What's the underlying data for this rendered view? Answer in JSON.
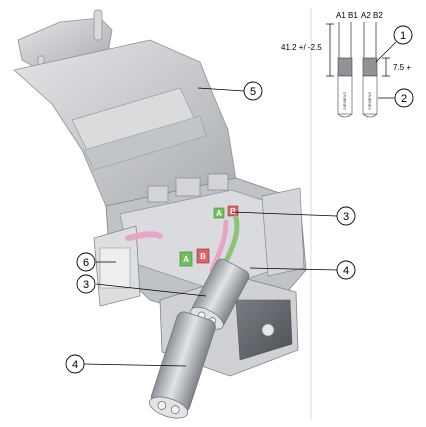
{
  "callouts": {
    "c1": "1",
    "c2": "2",
    "c3a": "3",
    "c3b": "3",
    "c4a": "4",
    "c4b": "4",
    "c5": "5",
    "c6": "6"
  },
  "wire_labels": {
    "a1": "A1",
    "b1": "B1",
    "a2": "A2",
    "b2": "B2"
  },
  "dimensions": {
    "length": "41.2 +/ -2.5",
    "strip": "7.5 +"
  },
  "cable_brand": "SIEMENS",
  "contacts": {
    "a_front": "A",
    "b_front": "B",
    "a_back": "A",
    "b_back": "B"
  },
  "colors": {
    "contact_a": "#6fbf5a",
    "contact_b": "#e26060",
    "wire_green": "#8ec47a",
    "wire_pink": "#e8a6c6",
    "housing": "#c9cbce",
    "cable": "#b8bdc2"
  }
}
